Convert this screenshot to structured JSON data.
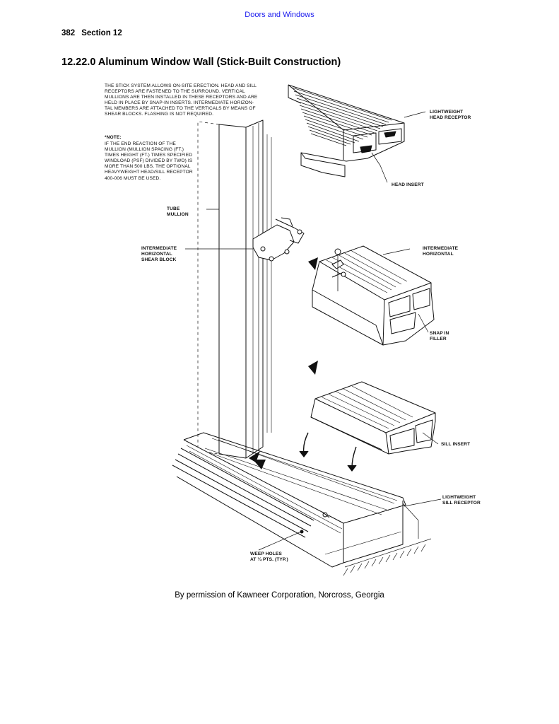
{
  "header": {
    "link_text": "Doors and Windows"
  },
  "page": {
    "number": "382",
    "section": "Section 12"
  },
  "title": "12.22.0 Aluminum Window Wall (Stick-Built Construction)",
  "figure": {
    "intro_note": "THE STICK SYSTEM ALLOWS ON-SITE ERECTION. HEAD AND SILL\nRECEPTORS ARE FASTENED TO THE SURROUND. VERTICAL\nMULLIONS ARE THEN INSTALLED IN THESE RECEPTORS AND ARE\nHELD IN PLACE BY SNAP-IN INSERTS. INTERMEDIATE HORIZON-\nTAL MEMBERS ARE ATTACHED TO THE VERTICALS BY MEANS OF\nSHEAR BLOCKS. FLASHING IS NOT REQUIRED.",
    "note_heading": "*NOTE:",
    "note_body": "IF THE END REACTION OF THE\nMULLION (MULLION SPACING (FT.)\nTIMES HEIGHT (FT.) TIMES SPECIFIED\nWINDLOAD (PSF) DIVIDED BY TWO) IS\nMORE THAN 500 LBS. THE OPTIONAL\nHEAVYWEIGHT HEAD/SILL RECEPTOR\n400-006 MUST BE USED.",
    "labels": {
      "head_receptor": "LIGHTWEIGHT\nHEAD RECEPTOR",
      "head_insert": "HEAD INSERT",
      "tube_mullion": "TUBE\nMULLION",
      "shear_block": "INTERMEDIATE\nHORIZONTAL\nSHEAR BLOCK",
      "intermediate_horizontal": "INTERMEDIATE\nHORIZONTAL",
      "snap_in_filler": "SNAP IN\nFILLER",
      "sill_insert": "SILL INSERT",
      "sill_receptor": "LIGHTWEIGHT\nSILL RECEPTOR",
      "weep_holes": "WEEP HOLES\nAT ¼ PTS. (TYP.)"
    }
  },
  "caption": "By permission of Kawneer Corporation, Norcross, Georgia"
}
